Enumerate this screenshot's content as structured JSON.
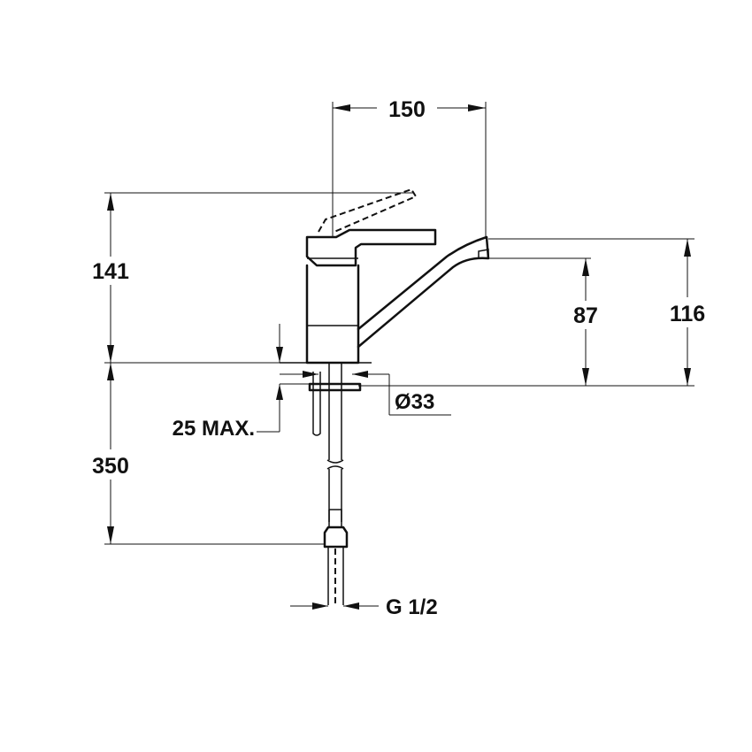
{
  "dimensions": {
    "spout_reach": "150",
    "total_height": "141",
    "spout_height": "87",
    "outlet_height": "116",
    "hole_diameter": "Ø33",
    "max_deck_thickness": "25 MAX.",
    "hose_length": "350",
    "connection_thread": "G 1/2"
  }
}
